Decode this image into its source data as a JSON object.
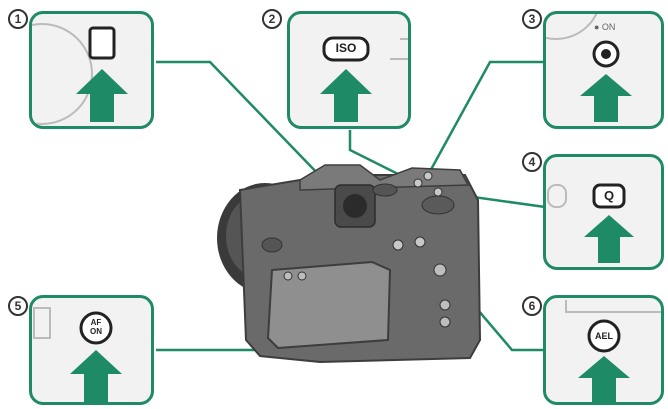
{
  "callouts": [
    {
      "number": "1",
      "button": "",
      "icon": "rectangular-button-icon"
    },
    {
      "number": "2",
      "button": "ISO",
      "icon": "iso-button-icon"
    },
    {
      "number": "3",
      "button": "",
      "icon": "record-button-icon",
      "dial_label": "● ON"
    },
    {
      "number": "4",
      "button": "Q",
      "icon": "q-button-icon"
    },
    {
      "number": "5",
      "button": "AF\nON",
      "icon": "af-on-button-icon"
    },
    {
      "number": "6",
      "button": "AEL",
      "icon": "ael-button-icon"
    }
  ],
  "colors": {
    "accent_green": "#1f8a66",
    "panel_bg": "#f2f2f2",
    "leader_line": "#1f8a66",
    "camera_body": "#5a5a5a"
  }
}
